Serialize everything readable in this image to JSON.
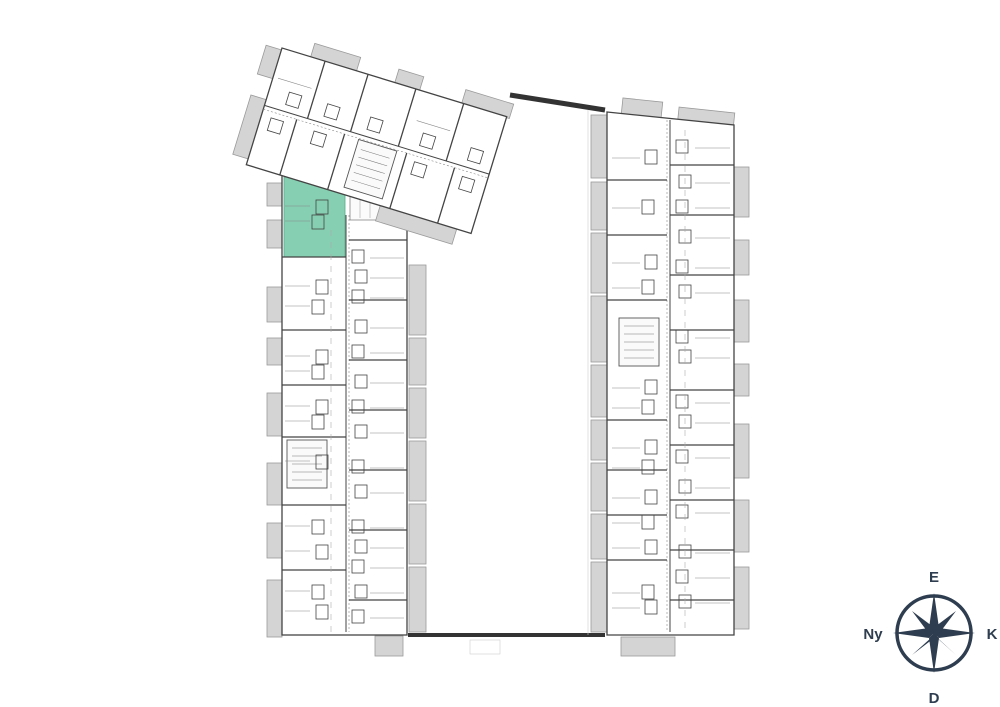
{
  "floor_plan": {
    "highlighted_unit": {
      "color": "#86cfb2"
    },
    "colors": {
      "wall": "#444444",
      "balcony": "#d4d4d4",
      "balcony_border": "#9a9a9a",
      "walkway": "#333333",
      "background": "#ffffff"
    }
  },
  "compass": {
    "north_label": "E",
    "south_label": "D",
    "west_label": "Ny",
    "east_label": "K",
    "color": "#2e3d4f"
  }
}
